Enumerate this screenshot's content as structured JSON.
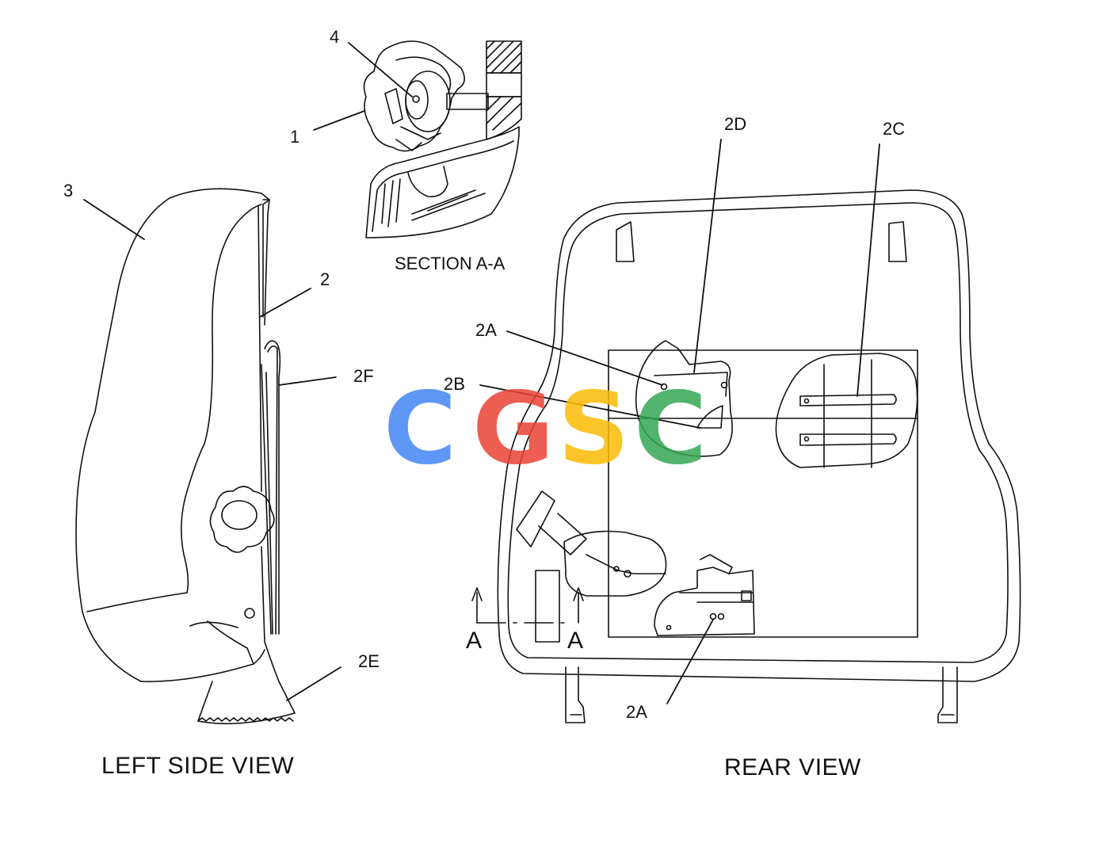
{
  "views": {
    "left_side_title": "LEFT SIDE VIEW",
    "rear_title": "REAR VIEW",
    "section_title": "SECTION A-A"
  },
  "callouts": {
    "c1": "1",
    "c2": "2",
    "c3": "3",
    "c4": "4",
    "c2A_upper": "2A",
    "c2A_lower": "2A",
    "c2B": "2B",
    "c2C": "2C",
    "c2D": "2D",
    "c2E": "2E",
    "c2F": "2F"
  },
  "section_markers": {
    "left": "A",
    "right": "A"
  },
  "watermark": {
    "letters": [
      "C",
      "G",
      "S",
      "C"
    ],
    "colors": [
      "#4285F4",
      "#EA4335",
      "#FBBC05",
      "#34A853"
    ]
  }
}
